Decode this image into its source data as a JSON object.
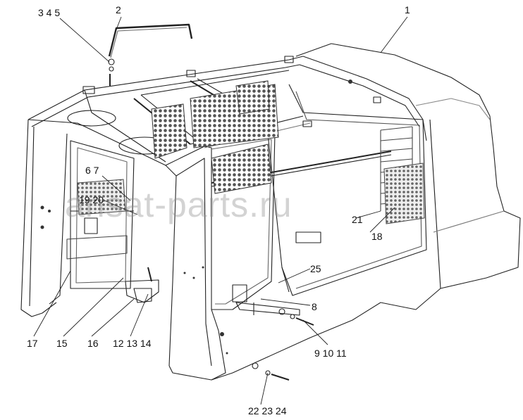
{
  "corner_mark": "",
  "watermark": "ansat-parts.ru",
  "callouts": [
    {
      "id": "c1",
      "text": "1"
    },
    {
      "id": "c2",
      "text": "2"
    },
    {
      "id": "c345",
      "text": "3  4  5"
    },
    {
      "id": "c67",
      "text": "6 7"
    },
    {
      "id": "c1920",
      "text": "19 20"
    },
    {
      "id": "c21",
      "text": "21"
    },
    {
      "id": "c18",
      "text": "18"
    },
    {
      "id": "c25",
      "text": "25"
    },
    {
      "id": "c8",
      "text": "8"
    },
    {
      "id": "c91011",
      "text": "9  10  11"
    },
    {
      "id": "c17",
      "text": "17"
    },
    {
      "id": "c15",
      "text": "15"
    },
    {
      "id": "c16",
      "text": "16"
    },
    {
      "id": "c121314",
      "text": "12 13 14"
    },
    {
      "id": "c222324",
      "text": "22  23  24"
    }
  ]
}
